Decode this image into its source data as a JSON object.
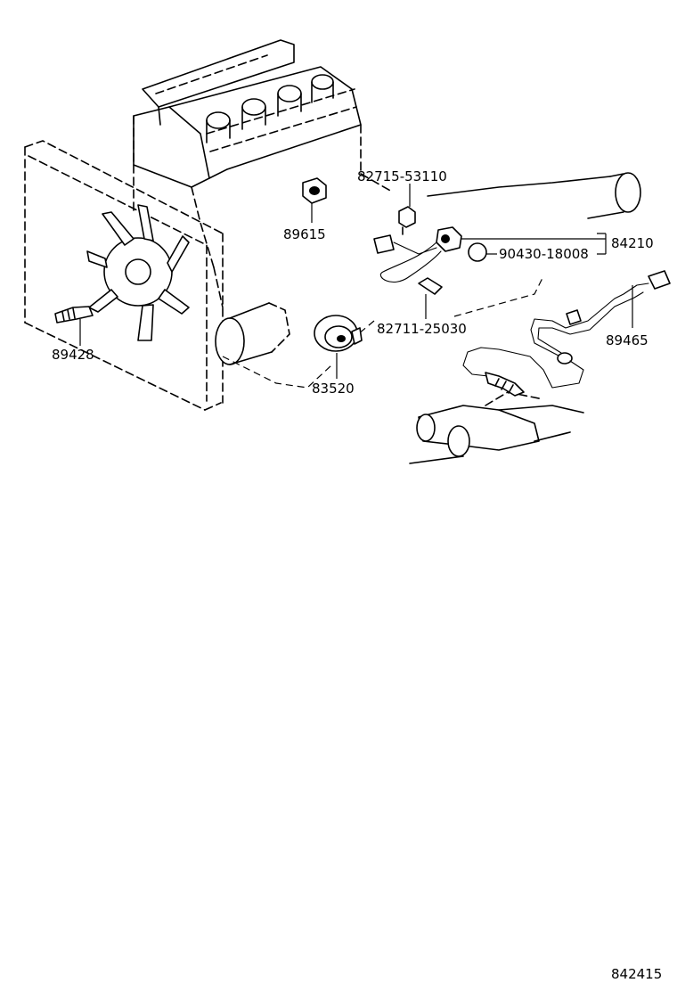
{
  "parts": {
    "p82715": "82715-53110",
    "p89615": "89615",
    "p84210": "84210",
    "p90430": "90430-18008",
    "p89428": "89428",
    "p82711": "82711-25030",
    "p89465": "89465",
    "p83520": "83520"
  },
  "illustration_id": "842415"
}
